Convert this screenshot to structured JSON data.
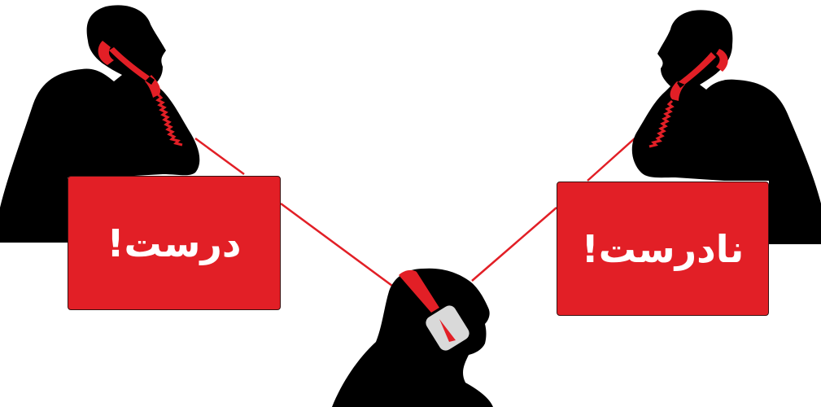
{
  "scene": {
    "left_caller": {
      "label": "درست!"
    },
    "right_caller": {
      "label": "نادرست!"
    }
  },
  "colors": {
    "background": "#ffffff",
    "silhouette": "#000000",
    "accent_red": "#e21f26",
    "headphone_cushion": "#d9d9d9"
  },
  "icons": [
    "caller-silhouette",
    "telephone-handset",
    "coiled-cord",
    "listener-silhouette",
    "headphones"
  ]
}
